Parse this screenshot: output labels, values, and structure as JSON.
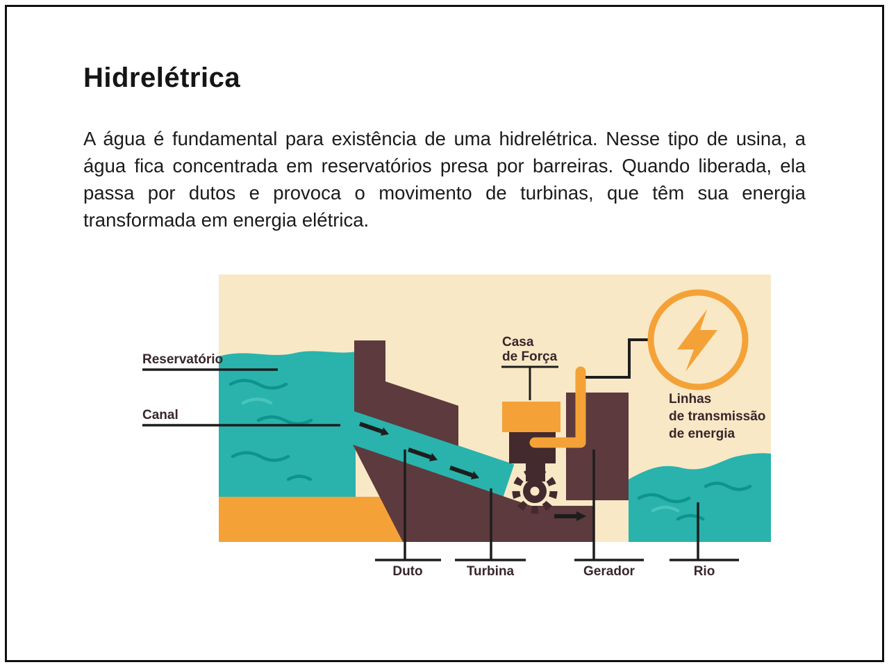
{
  "page": {
    "title": "Hidrelétrica",
    "paragraph": "A água é fundamental para existência de uma hidrelétrica. Nesse tipo de usina, a água fica concentrada em reservatórios presa por barreiras. Quando liberada, ela passa por dutos e provoca o movimento de turbinas, que têm sua energia transformada em energia elétrica."
  },
  "diagram": {
    "labels": {
      "reservatorio": "Reservatório",
      "canal": "Canal",
      "casa_line1": "Casa",
      "casa_line2": "de Força",
      "linhas_line1": "Linhas",
      "linhas_line2": "de transmissão",
      "linhas_line3": "de energia",
      "duto": "Duto",
      "turbina": "Turbina",
      "gerador": "Gerador",
      "rio": "Rio"
    },
    "colors": {
      "background": "#f8e8c6",
      "water": "#29b3ac",
      "water_dark": "#0e938d",
      "water_light": "#49c4bc",
      "structure": "#5d3a3d",
      "structure_dark": "#432a2e",
      "orange": "#f4a237",
      "line": "#1d1d1d",
      "label_text": "#38262a"
    }
  }
}
